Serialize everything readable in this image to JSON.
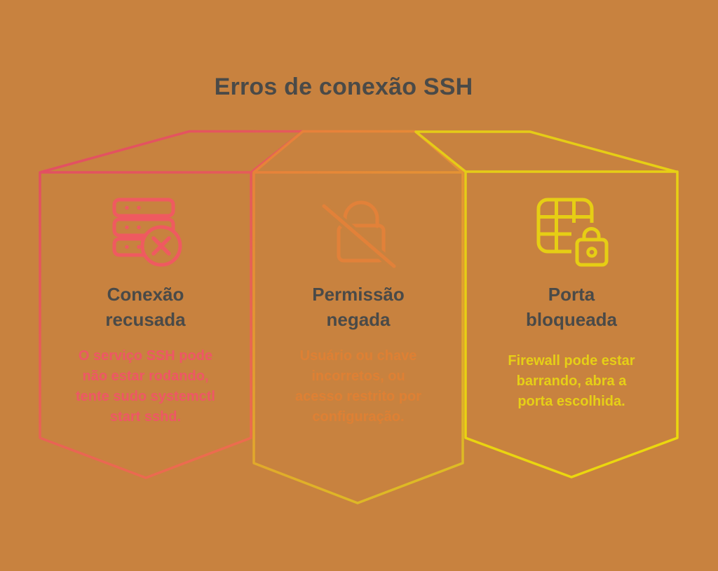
{
  "background_color": "#c8823f",
  "title": {
    "text": "Erros de conexão SSH",
    "color": "#4a4a48"
  },
  "cards": [
    {
      "id": "conexao-recusada",
      "icon": "server-error-icon",
      "title_lines": [
        "Conexão",
        "recusada"
      ],
      "body_lines": [
        "O serviço SSH pode",
        "não estar rodando,",
        "tente sudo systemctl",
        "start sshd."
      ],
      "accent": "#ef5a60",
      "outline_gradient": [
        "#e25062",
        "#ed6f4c"
      ],
      "body_text_color": "#ee5766"
    },
    {
      "id": "permissao-negada",
      "icon": "lock-slash-icon",
      "title_lines": [
        "Permissão",
        "negada"
      ],
      "body_lines": [
        "Usuário ou chave",
        "incorretos, ou",
        "acesso restrito por",
        "configuração."
      ],
      "accent": "#e28139",
      "outline_gradient": [
        "#e8813a",
        "#ddc122"
      ],
      "body_text_color": "#de8034"
    },
    {
      "id": "porta-bloqueada",
      "icon": "firewall-lock-icon",
      "title_lines": [
        "Porta",
        "bloqueada"
      ],
      "body_lines": [
        "Firewall pode estar",
        "barrando, abra a",
        "porta escolhida."
      ],
      "accent": "#e6ce14",
      "outline_gradient": [
        "#e5cb17",
        "#ecd90d"
      ],
      "body_text_color": "#e6cf16"
    }
  ]
}
